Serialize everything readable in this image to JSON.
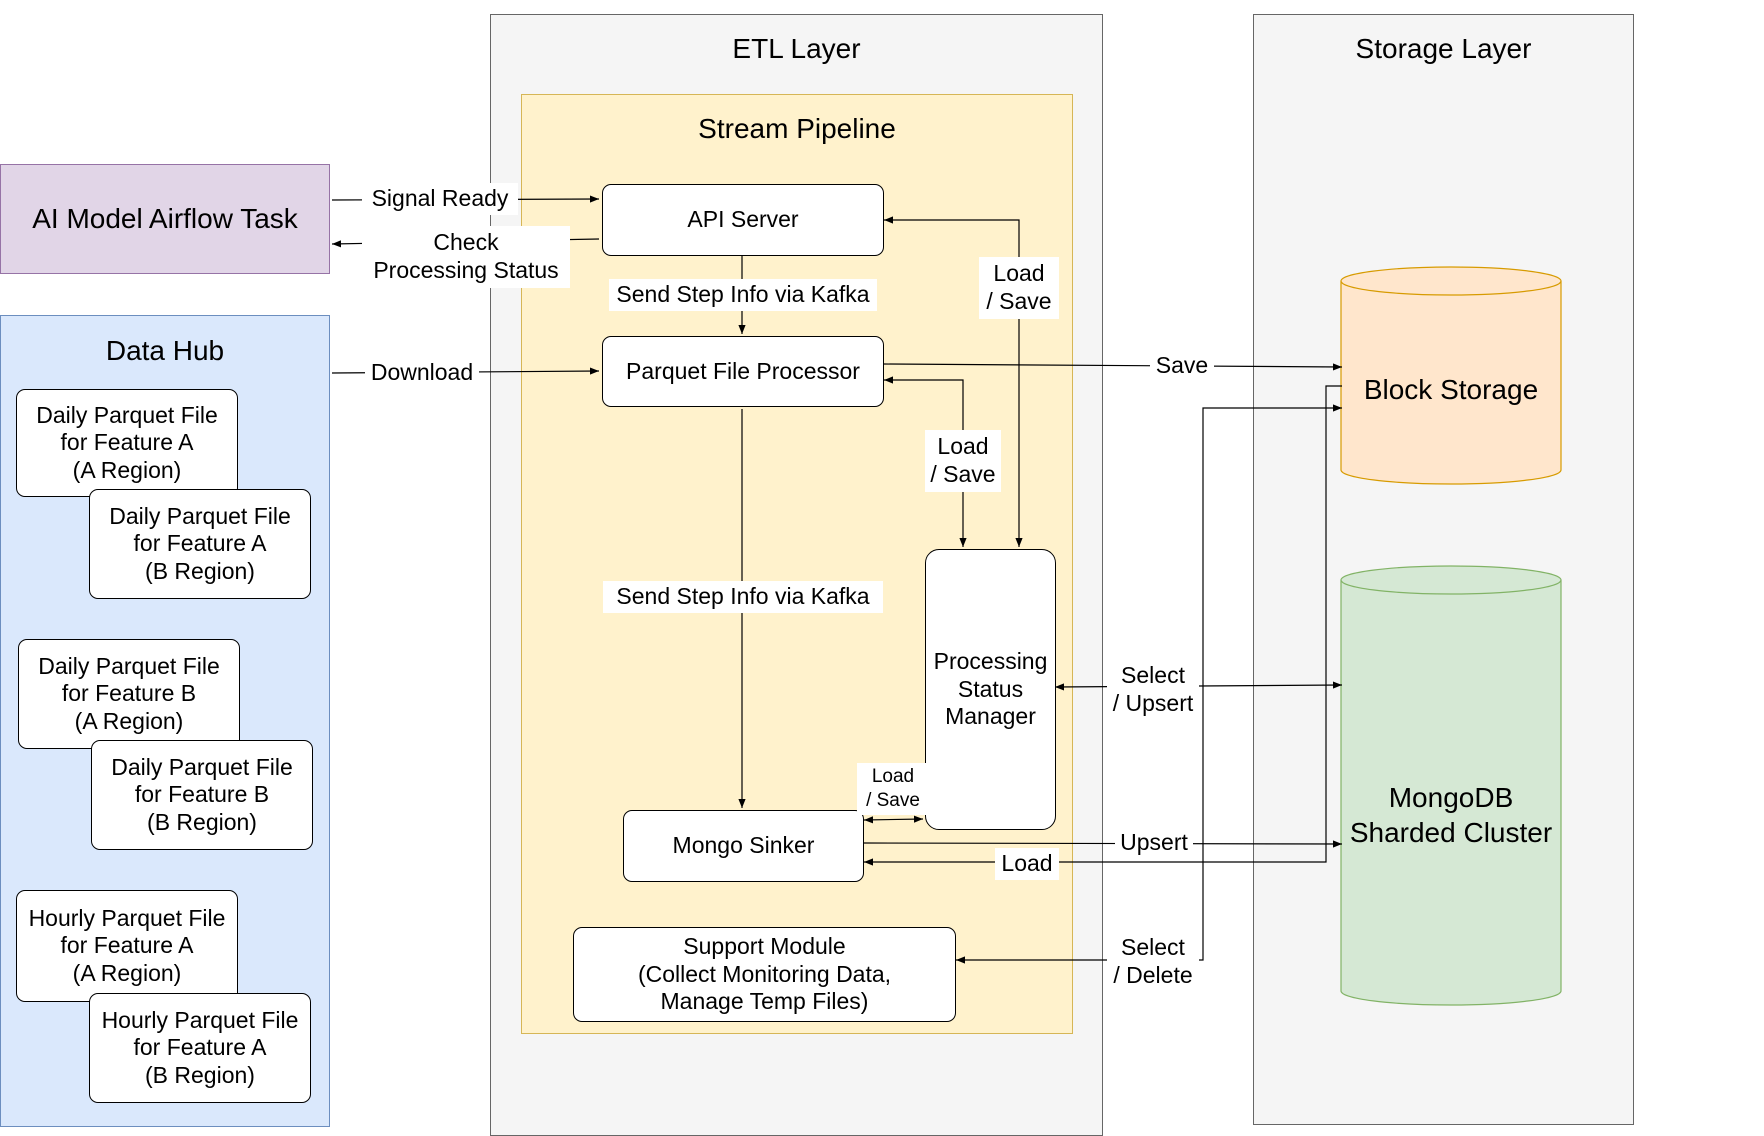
{
  "ai_task": {
    "label": "AI Model Airflow Task",
    "fill": "#e1d5e7",
    "stroke": "#9673a6"
  },
  "data_hub": {
    "title": "Data Hub",
    "fill": "#dae8fc",
    "stroke": "#6c8ebf",
    "files": [
      "Daily Parquet File\nfor Feature A\n(A Region)",
      "Daily Parquet File\nfor Feature A\n(B Region)",
      "Daily Parquet File\nfor Feature B\n(A Region)",
      "Daily Parquet File\nfor Feature B\n(B Region)",
      "Hourly Parquet File\nfor Feature A\n(A Region)",
      "Hourly Parquet File\nfor Feature A\n(B Region)"
    ]
  },
  "etl_layer": {
    "title": "ETL Layer",
    "fill": "#f5f5f5",
    "stroke": "#666666"
  },
  "stream_pipeline": {
    "title": "Stream Pipeline",
    "fill": "#fff2cc",
    "stroke": "#d6b656"
  },
  "storage_layer": {
    "title": "Storage Layer",
    "fill": "#f5f5f5",
    "stroke": "#666666"
  },
  "nodes": {
    "api_server": "API Server",
    "parquet_processor": "Parquet File Processor",
    "status_manager": "Processing\nStatus\nManager",
    "mongo_sinker": "Mongo Sinker",
    "support_module": "Support Module\n(Collect Monitoring Data,\nManage Temp Files)"
  },
  "block_storage": {
    "label": "Block Storage",
    "fill": "#ffe6cc",
    "stroke": "#d79b00"
  },
  "mongodb": {
    "label": "MongoDB\nSharded Cluster",
    "fill": "#d5e8d4",
    "stroke": "#82b366"
  },
  "edges": {
    "signal_ready": "Signal Ready",
    "check_status": "Check\nProcessing Status",
    "download": "Download",
    "kafka_1": "Send Step Info via Kafka",
    "kafka_2": "Send Step Info via Kafka",
    "api_load_save": "Load\n/ Save",
    "proc_load_save": "Load\n/ Save",
    "sinker_load_save": "Load\n/ Save",
    "save": "Save",
    "status_select_upsert": "Select\n/ Upsert",
    "upsert": "Upsert",
    "load": "Load",
    "select_delete": "Select\n/ Delete"
  }
}
